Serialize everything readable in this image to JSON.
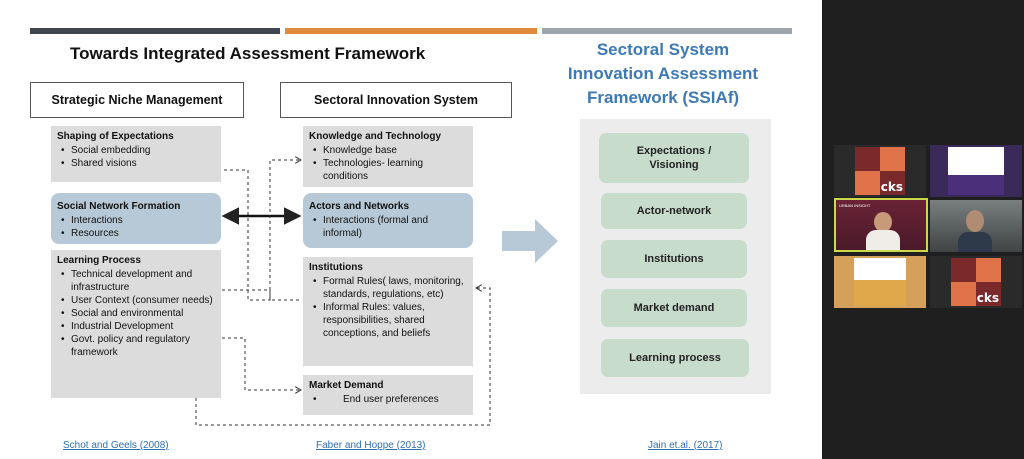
{
  "slide": {
    "title": "Towards Integrated Assessment Framework",
    "col1_header": "Strategic Niche Management",
    "col2_header": "Sectoral Innovation System",
    "snm_boxes": [
      {
        "heading": "Shaping of Expectations",
        "items": [
          "Social embedding",
          "Shared visions"
        ]
      },
      {
        "heading": "Social Network Formation",
        "items": [
          "Interactions",
          "Resources"
        ]
      },
      {
        "heading": "Learning Process",
        "items": [
          "Technical development and infrastructure",
          "User Context (consumer needs)",
          "Social and environmental",
          "Industrial Development",
          "Govt. policy and regulatory framework"
        ]
      }
    ],
    "sis_boxes": [
      {
        "heading": "Knowledge and Technology",
        "items": [
          "Knowledge base",
          "Technologies- learning conditions"
        ]
      },
      {
        "heading": "Actors and Networks",
        "items": [
          "Interactions (formal and informal)"
        ]
      },
      {
        "heading": "Institutions",
        "items": [
          "Formal Rules( laws, monitoring, standards, regulations, etc)",
          "Informal Rules: values, responsibilities, shared conceptions, and beliefs"
        ]
      },
      {
        "heading": "Market Demand",
        "items": [
          "End user preferences"
        ]
      }
    ],
    "ssiaf_title": [
      "Sectoral System",
      "Innovation Assessment",
      "Framework (SSIAf)"
    ],
    "ssiaf_items": [
      "Expectations / Visioning",
      "Actor-network",
      "Institutions",
      "Market demand",
      "Learning process"
    ],
    "citations": [
      "Schot and Geels (2008)",
      "Faber and Hoppe (2013)",
      "Jain et.al. (2017)"
    ]
  },
  "gallery": {
    "logo_text": "cks",
    "thumb_label": "URBAN INSIGHT"
  },
  "colors": {
    "bar1": "#3f4651",
    "bar2": "#e08a3c",
    "bar3": "#9da5ad",
    "ssiaf_title": "#3d7ab3",
    "box_gray": "#dcdcdc",
    "box_blue": "#b7c9d6",
    "ssiaf_item": "#c8dccb",
    "logo_maroon": "#7a2a2a",
    "logo_orange": "#e0734a",
    "active_speaker": "#c9d94a"
  }
}
